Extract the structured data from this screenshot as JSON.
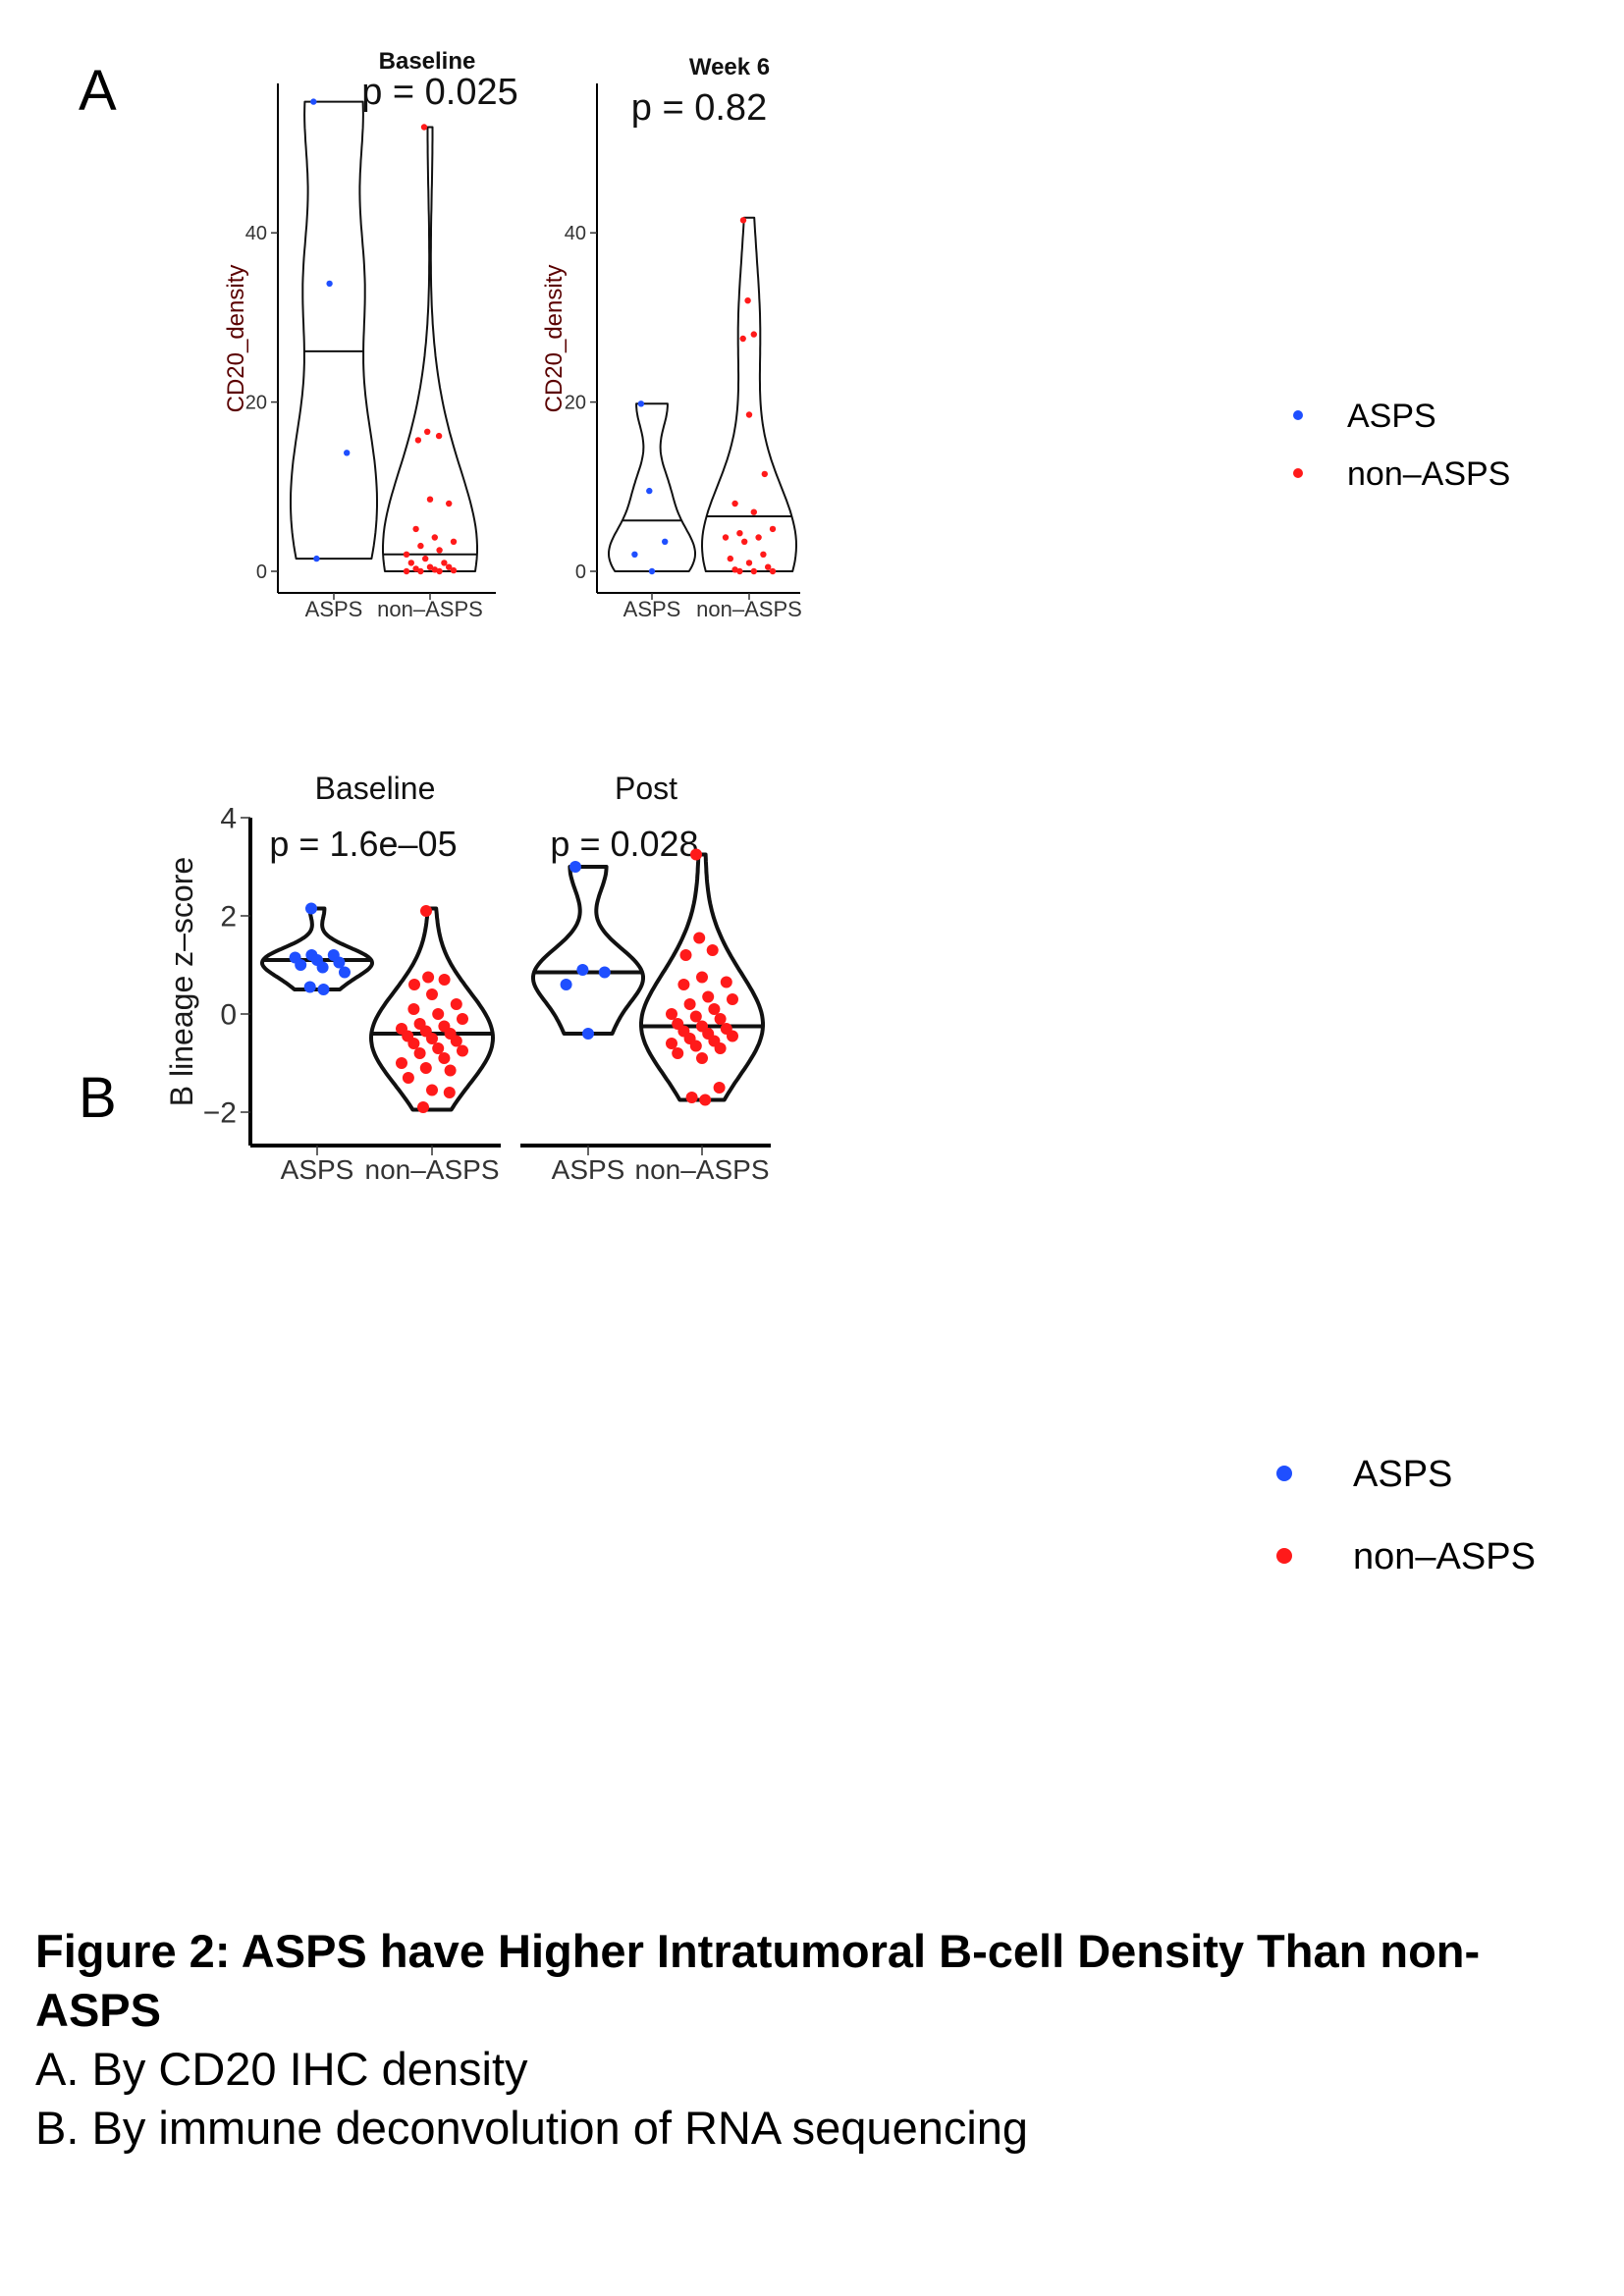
{
  "panel_labels": {
    "a": "A",
    "b": "B"
  },
  "legend": {
    "items": [
      {
        "label": "ASPS",
        "color": "#1f4fff"
      },
      {
        "label": "non–ASPS",
        "color": "#ff1a1a"
      }
    ]
  },
  "caption": {
    "title": "Figure 2: ASPS have Higher Intratumoral B-cell Density Than non-ASPS",
    "lines": [
      "A. By CD20 IHC density",
      "B. By immune deconvolution of RNA sequencing"
    ]
  },
  "chart_data": [
    {
      "type": "violin",
      "panel": "A",
      "facet": "Baseline",
      "annotation": "p = 0.025",
      "ylabel": "CD20_density",
      "xlabel": "",
      "ylim": [
        -2.5,
        57
      ],
      "yticks": [
        0,
        20,
        40
      ],
      "categories": [
        "ASPS",
        "non–ASPS"
      ],
      "series": [
        {
          "name": "ASPS",
          "color": "#1f4fff",
          "median": 26,
          "range": [
            1.5,
            55.5
          ],
          "points": [
            55.5,
            34,
            14,
            1.5
          ]
        },
        {
          "name": "non–ASPS",
          "color": "#ff1a1a",
          "median": 2,
          "range": [
            0,
            52.5
          ],
          "points": [
            52.5,
            16.5,
            16,
            15.5,
            8.5,
            8,
            5,
            4,
            3.5,
            3,
            2.5,
            2,
            1.5,
            1,
            1,
            0.5,
            0.5,
            0.3,
            0.2,
            0.1,
            0,
            0,
            0
          ]
        }
      ]
    },
    {
      "type": "violin",
      "panel": "A",
      "facet": "Week 6",
      "annotation": "p = 0.82",
      "ylabel": "CD20_density",
      "xlabel": "",
      "ylim": [
        -2.5,
        57
      ],
      "yticks": [
        0,
        20,
        40
      ],
      "categories": [
        "ASPS",
        "non–ASPS"
      ],
      "series": [
        {
          "name": "ASPS",
          "color": "#1f4fff",
          "median": 6,
          "range": [
            0,
            19.8
          ],
          "points": [
            19.8,
            9.5,
            3.5,
            2,
            0
          ]
        },
        {
          "name": "non–ASPS",
          "color": "#ff1a1a",
          "median": 6.5,
          "range": [
            0,
            41.8
          ],
          "points": [
            41.5,
            32,
            28,
            27.5,
            18.5,
            11.5,
            8,
            7,
            5,
            4.5,
            4,
            4,
            3.5,
            2,
            1.5,
            1,
            0.5,
            0.2,
            0,
            0,
            0
          ]
        }
      ]
    },
    {
      "type": "violin",
      "panel": "B",
      "facet": "Baseline",
      "annotation": "p = 1.6e–05",
      "ylabel": "B lineage z–score",
      "xlabel": "",
      "ylim": [
        -2.7,
        4
      ],
      "yticks": [
        -2,
        0,
        2,
        4
      ],
      "categories": [
        "ASPS",
        "non–ASPS"
      ],
      "series": [
        {
          "name": "ASPS",
          "color": "#1f4fff",
          "median": 1.1,
          "range": [
            0.5,
            2.15
          ],
          "points": [
            2.15,
            1.2,
            1.2,
            1.15,
            1.1,
            1.05,
            1.0,
            0.95,
            0.85,
            0.55,
            0.5
          ]
        },
        {
          "name": "non–ASPS",
          "color": "#ff1a1a",
          "median": -0.4,
          "range": [
            -1.95,
            2.15
          ],
          "points": [
            2.1,
            0.75,
            0.7,
            0.6,
            0.4,
            0.2,
            0.1,
            0.0,
            -0.1,
            -0.2,
            -0.25,
            -0.3,
            -0.35,
            -0.4,
            -0.45,
            -0.5,
            -0.55,
            -0.6,
            -0.7,
            -0.75,
            -0.8,
            -0.9,
            -1.0,
            -1.1,
            -1.15,
            -1.3,
            -1.55,
            -1.6,
            -1.9
          ]
        }
      ]
    },
    {
      "type": "violin",
      "panel": "B",
      "facet": "Post",
      "annotation": "p = 0.028",
      "ylabel": "B lineage z–score",
      "xlabel": "",
      "ylim": [
        -2.7,
        4
      ],
      "yticks": [
        -2,
        0,
        2,
        4
      ],
      "categories": [
        "ASPS",
        "non–ASPS"
      ],
      "series": [
        {
          "name": "ASPS",
          "color": "#1f4fff",
          "median": 0.85,
          "range": [
            -0.4,
            3.0
          ],
          "points": [
            3.0,
            0.9,
            0.85,
            0.6,
            -0.4
          ]
        },
        {
          "name": "non–ASPS",
          "color": "#ff1a1a",
          "median": -0.25,
          "range": [
            -1.75,
            3.25
          ],
          "points": [
            3.25,
            1.55,
            1.3,
            1.2,
            0.75,
            0.65,
            0.6,
            0.35,
            0.3,
            0.2,
            0.1,
            0.0,
            -0.05,
            -0.1,
            -0.2,
            -0.25,
            -0.3,
            -0.35,
            -0.4,
            -0.45,
            -0.5,
            -0.55,
            -0.6,
            -0.65,
            -0.7,
            -0.8,
            -0.9,
            -1.5,
            -1.7,
            -1.75
          ]
        }
      ]
    }
  ]
}
